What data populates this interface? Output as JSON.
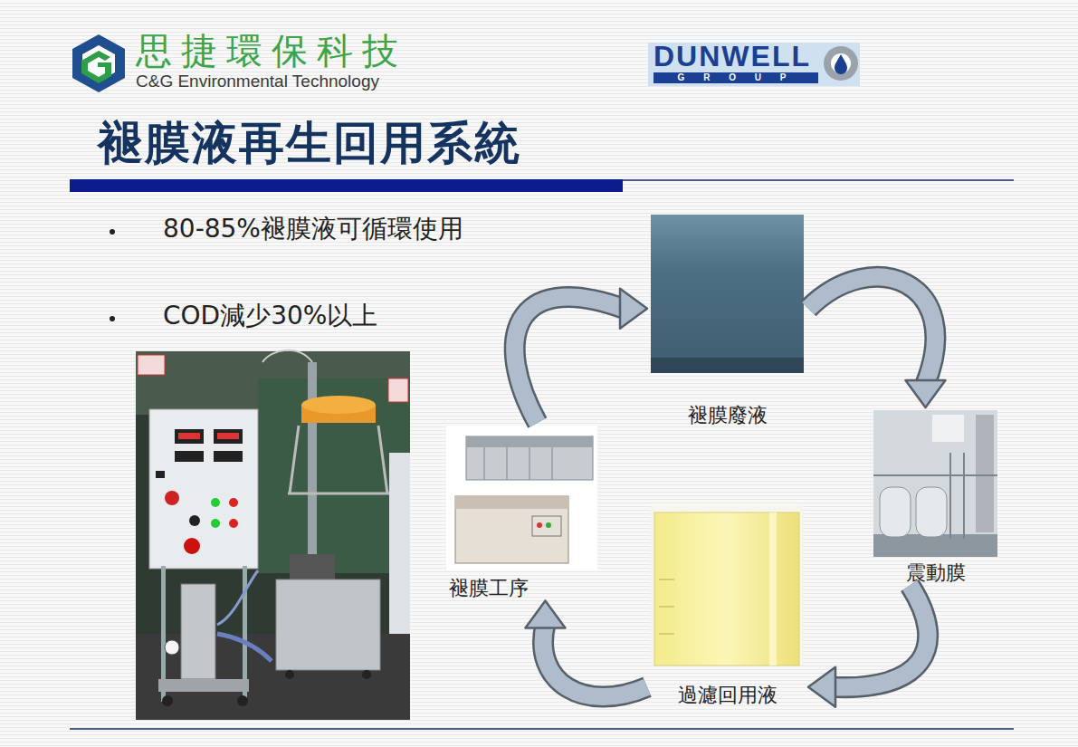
{
  "diagram": {
    "title": "褪膜液再生回用系統",
    "nodes": [
      {
        "text": [
          "褪膜廢液"
        ]
      },
      {
        "text": [
          "震動膜"
        ]
      },
      {
        "text": [
          "過濾回用液"
        ]
      },
      {
        "text": [
          "褪膜工序"
        ]
      }
    ],
    "edges": [
      {
        "from": 0,
        "to": 1,
        "arrow": "to"
      },
      {
        "from": 1,
        "to": 2,
        "arrow": "to"
      },
      {
        "from": 2,
        "to": 3,
        "arrow": "to"
      },
      {
        "from": 3,
        "to": 0,
        "arrow": "to"
      }
    ],
    "labels": [
      "思捷環保科技",
      "C&G Environmental Technology",
      "DUNWELL",
      "G R O U P",
      "80-85%褪膜液可循環使用",
      "COD減少30%以上"
    ]
  }
}
